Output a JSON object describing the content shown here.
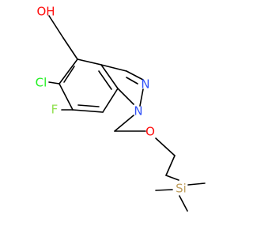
{
  "molecule": {
    "atoms": {
      "hydroxyl": "OH",
      "chlorine": "Cl",
      "fluorine": "F",
      "nitrogen_ring": "N",
      "nitrogen_substituted": "N",
      "ether_oxygen": "O",
      "silicon": "Si"
    },
    "colors": {
      "bond": "#000000",
      "oxygen": "#ff0d0d",
      "nitrogen": "#3050f8",
      "chlorine": "#1ff01f",
      "fluorine": "#90e050",
      "silicon": "#c0a060"
    }
  }
}
